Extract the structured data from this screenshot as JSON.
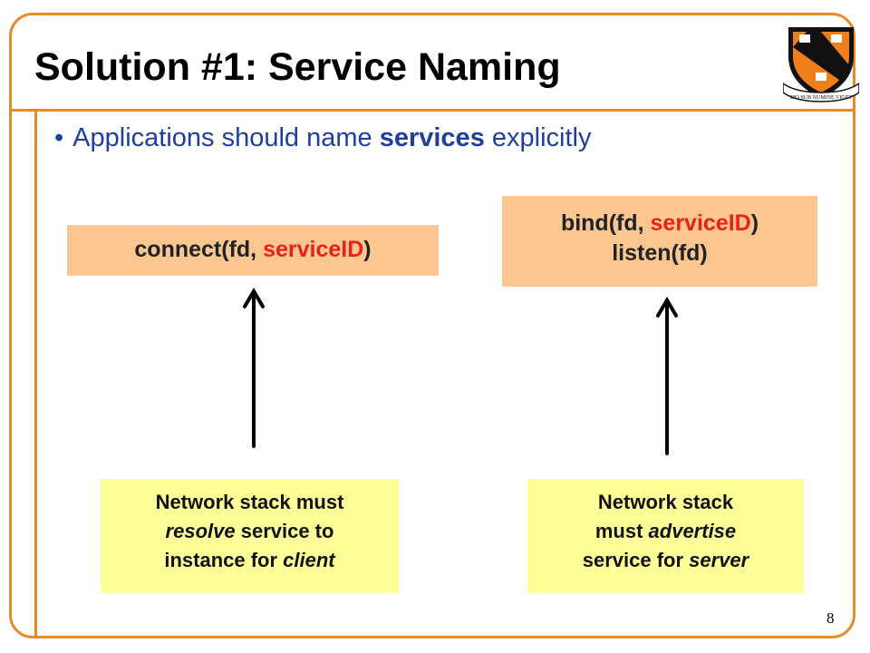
{
  "slide": {
    "title": "Solution #1: Service Naming",
    "bullet": {
      "before": "Applications should name ",
      "emphasis": "services",
      "after": " explicitly"
    },
    "client_call": {
      "prefix": "connect(fd, ",
      "arg": "serviceID",
      "suffix": ")"
    },
    "server_calls": {
      "bind_prefix": "bind(fd, ",
      "bind_arg": "serviceID",
      "bind_suffix": ")",
      "listen": "listen(fd)"
    },
    "client_note": {
      "line1": "Network stack must",
      "line2_italic": "resolve",
      "line2_rest": " service to",
      "line3_start": "instance for ",
      "line3_italic": "client"
    },
    "server_note": {
      "line1": "Network stack",
      "line2_start": "must ",
      "line2_italic": "advertise",
      "line3_start": "service for ",
      "line3_italic": "server"
    },
    "page_number": "8"
  },
  "logo": {
    "name": "shield-logo",
    "ribbon_text": "DEI SUB NUMINE VIGET"
  },
  "colors": {
    "frame": "#e8892a",
    "bullet_text": "#1f3f9a",
    "code_box": "#fcc691",
    "code_highlight": "#e8221a",
    "note_box": "#ffff99"
  }
}
